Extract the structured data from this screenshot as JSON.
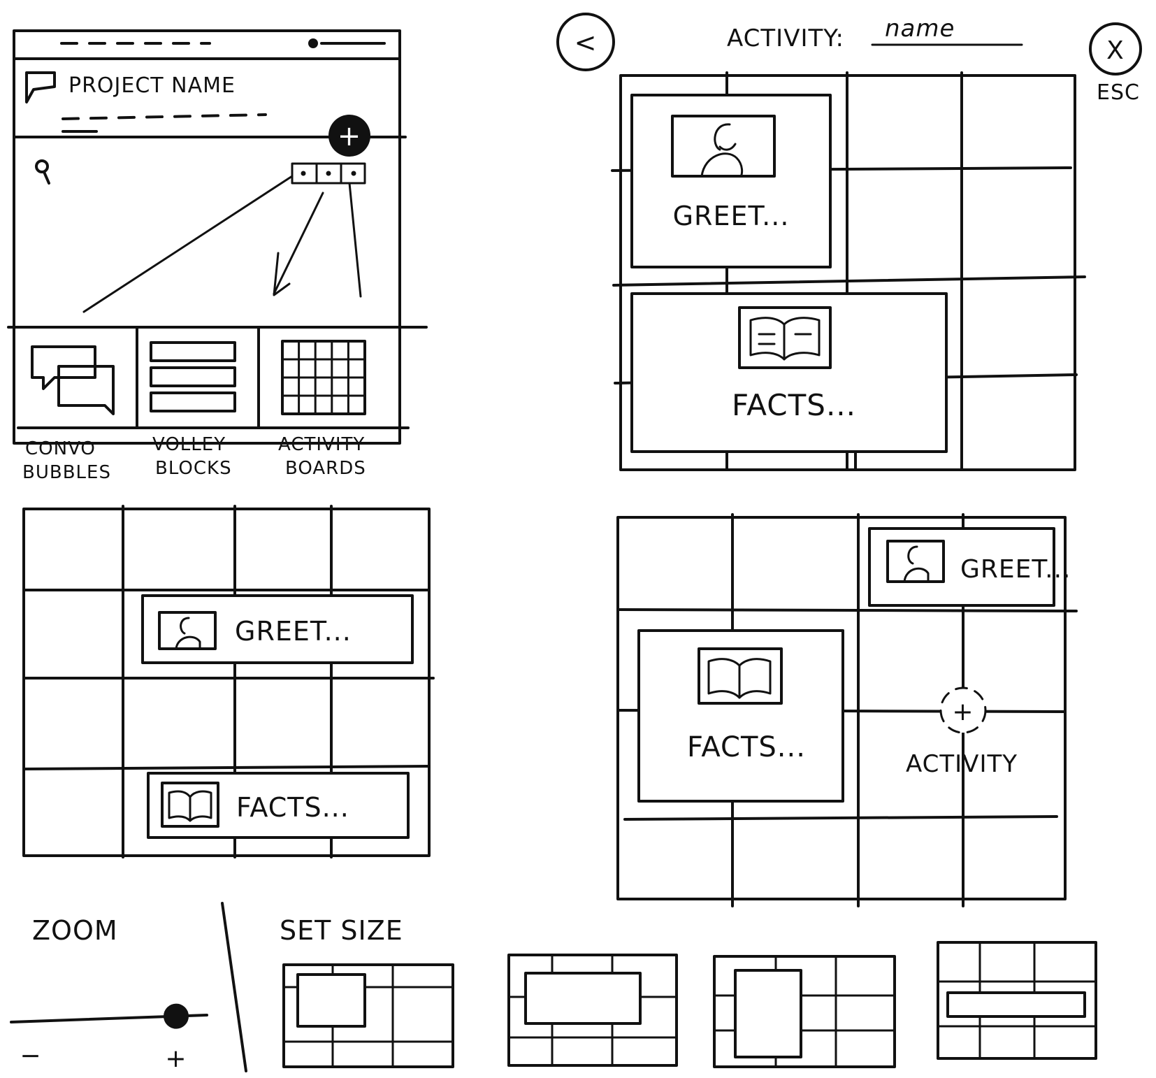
{
  "mobile_view": {
    "project_name": "PROJECT NAME",
    "add_button_symbol": "+",
    "icons": {
      "flag": "flag-icon",
      "search": "search-icon",
      "add": "plus-icon",
      "more": "three-dots-icon"
    },
    "block_types": [
      {
        "line1": "CONVO",
        "line2": "BUBBLES",
        "icon": "speech-bubbles-icon"
      },
      {
        "line1": "VOLLEY",
        "line2": "BLOCKS",
        "icon": "stacked-blocks-icon"
      },
      {
        "line1": "ACTIVITY",
        "line2": "BOARDS",
        "icon": "grid-board-icon"
      }
    ]
  },
  "activity_editor": {
    "title_label": "ACTIVITY:",
    "title_value": "name",
    "back_symbol": "<",
    "close_symbol": "X",
    "close_hint": "ESC",
    "cards": [
      {
        "label": "GREET...",
        "icon": "person-icon"
      },
      {
        "label": "FACTS...",
        "icon": "open-book-icon"
      }
    ]
  },
  "layout_wide": {
    "cards": [
      {
        "label": "GREET...",
        "icon": "person-icon"
      },
      {
        "label": "FACTS...",
        "icon": "open-book-icon"
      }
    ]
  },
  "layout_mixed": {
    "cards": [
      {
        "label": "GREET...",
        "icon": "person-icon"
      },
      {
        "label": "FACTS...",
        "icon": "open-book-icon"
      }
    ],
    "add_symbol": "+",
    "add_label": "ACTIVITY"
  },
  "controls": {
    "zoom_label": "ZOOM",
    "zoom_minus": "−",
    "zoom_plus": "+",
    "zoom_level": 0.9,
    "set_size_label": "SET SIZE",
    "size_options": [
      {
        "icon": "size-square-icon"
      },
      {
        "icon": "size-wide-icon"
      },
      {
        "icon": "size-tall-icon"
      },
      {
        "icon": "size-strip-icon"
      }
    ]
  }
}
